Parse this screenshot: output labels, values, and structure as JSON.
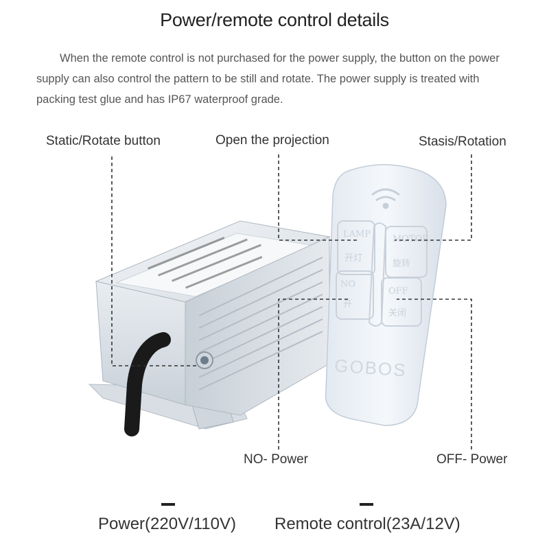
{
  "header": {
    "title": "Power/remote control details"
  },
  "description": "When the remote control is not purchased for the power supply, the button on the power supply can also control the pattern to be still and rotate. The power supply is treated with packing test glue and has IP67 waterproof grade.",
  "callouts": {
    "static_rotate_button": "Static/Rotate button",
    "open_projection": "Open the projection",
    "stasis_rotation": "Stasis/Rotation",
    "no_power": "NO- Power",
    "off_power": "OFF- Power"
  },
  "remote": {
    "brand": "GOBOS",
    "buttons": [
      {
        "top": "LAMP",
        "bottom": "开灯"
      },
      {
        "top": "MOTOR",
        "bottom": "旋转"
      },
      {
        "top": "NO",
        "bottom": "开"
      },
      {
        "top": "OFF",
        "bottom": "关闭"
      }
    ],
    "signal_icon": "wifi-signal-icon"
  },
  "captions": {
    "power": "Power(220V/110V)",
    "remote": "Remote control(23A/12V)"
  },
  "colors": {
    "remote_body": "#eef2f7",
    "power_box": "#dfe5eb",
    "dashed_line": "#333333"
  }
}
